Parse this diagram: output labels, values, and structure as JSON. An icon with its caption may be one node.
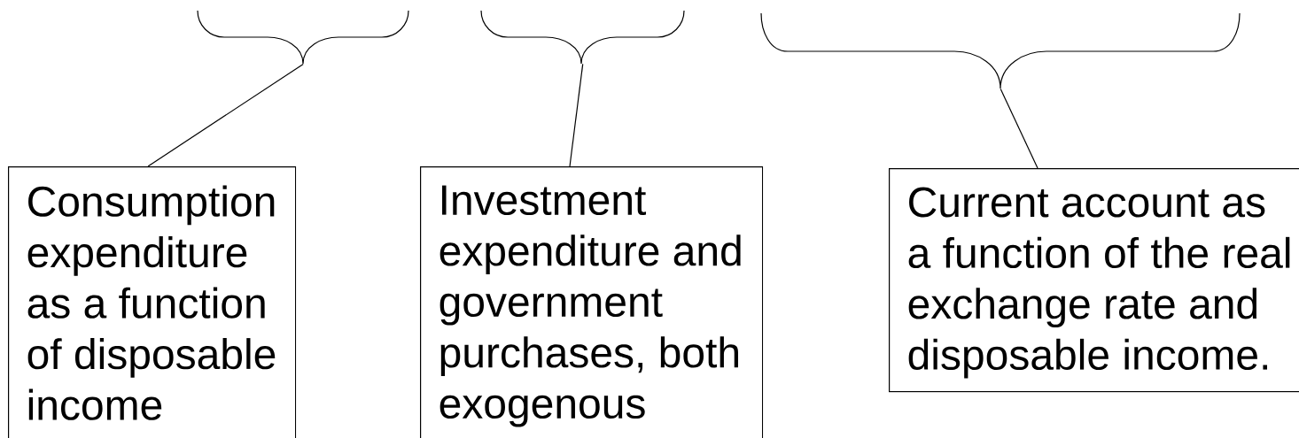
{
  "diagram": {
    "nodes": [
      {
        "text": [],
        "shape": "brace"
      },
      {
        "text": [],
        "shape": "brace"
      },
      {
        "text": [],
        "shape": "brace"
      },
      {
        "text": [
          "Consumption expenditure as a function of disposable income"
        ]
      },
      {
        "text": [
          "Investment expenditure and government purchases, both exogenous"
        ]
      },
      {
        "text": [
          "Current account as a function of the real exchange rate and disposable income."
        ]
      }
    ],
    "edges": [
      {
        "from": 3,
        "to": 0,
        "arrow": "none"
      },
      {
        "from": 4,
        "to": 1,
        "arrow": "none"
      },
      {
        "from": 5,
        "to": 2,
        "arrow": "none"
      }
    ]
  }
}
